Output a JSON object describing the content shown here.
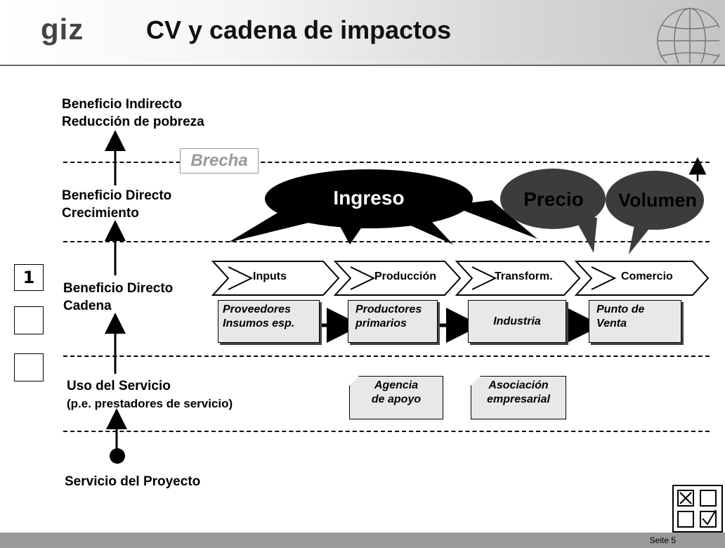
{
  "header": {
    "logo": "giz",
    "title": "CV y cadena de impactos"
  },
  "levels": {
    "indirect": [
      "Beneficio Indirecto",
      "Reducción de pobreza"
    ],
    "direct_growth": [
      "Beneficio Directo",
      "Crecimiento"
    ],
    "direct_chain": [
      "Beneficio Directo",
      "Cadena"
    ],
    "service_use": [
      "Uso del Servicio",
      "(p.e. prestadores de servicio)"
    ],
    "project_service": "Servicio del Proyecto"
  },
  "gap_label": "Brecha",
  "bubbles": {
    "income": "Ingreso",
    "price": "Precio",
    "volume": "Volumen"
  },
  "chain_stages": [
    "Inputs",
    "Producción",
    "Transform.",
    "Comercio"
  ],
  "actors": {
    "suppliers": [
      "Proveedores",
      "Insumos esp."
    ],
    "producers": [
      "Productores",
      "primarios"
    ],
    "industry": "Industria",
    "point_of_sale": [
      "Punto de",
      "Venta"
    ]
  },
  "support": {
    "agency": [
      "Agencia",
      "de apoyo"
    ],
    "association": [
      "Asociación",
      "empresarial"
    ]
  },
  "step_number": "1",
  "footer": {
    "page": "Seite 5"
  },
  "colors": {
    "bubble_dark": "#000000",
    "bubble_gray": "#3c3c3c",
    "box_fill": "#e8e8e8",
    "footer": "#999999"
  }
}
